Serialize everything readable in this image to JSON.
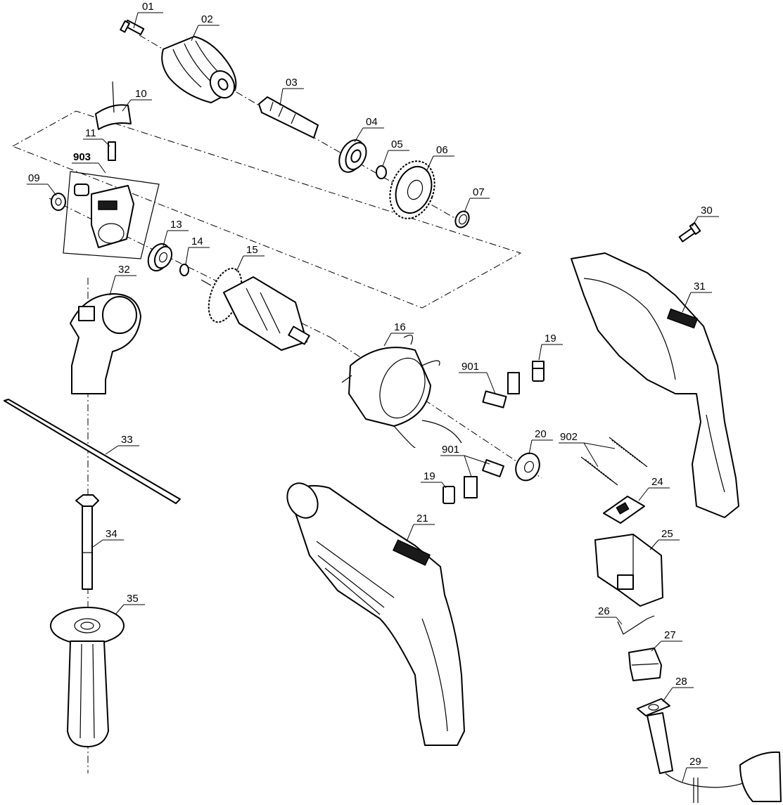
{
  "labels": {
    "l01": "01",
    "l02": "02",
    "l03": "03",
    "l04": "04",
    "l05": "05",
    "l06": "06",
    "l07": "07",
    "l09": "09",
    "l10": "10",
    "l11": "11",
    "l903": "903",
    "l13": "13",
    "l14": "14",
    "l15": "15",
    "l16": "16",
    "l19a": "19",
    "l19b": "19",
    "l20": "20",
    "l21": "21",
    "l24": "24",
    "l25": "25",
    "l26": "26",
    "l27": "27",
    "l28": "28",
    "l29": "29",
    "l30": "30",
    "l31": "31",
    "l32": "32",
    "l33": "33",
    "l34": "34",
    "l35": "35",
    "l901a": "901",
    "l901b": "901",
    "l902": "902"
  }
}
